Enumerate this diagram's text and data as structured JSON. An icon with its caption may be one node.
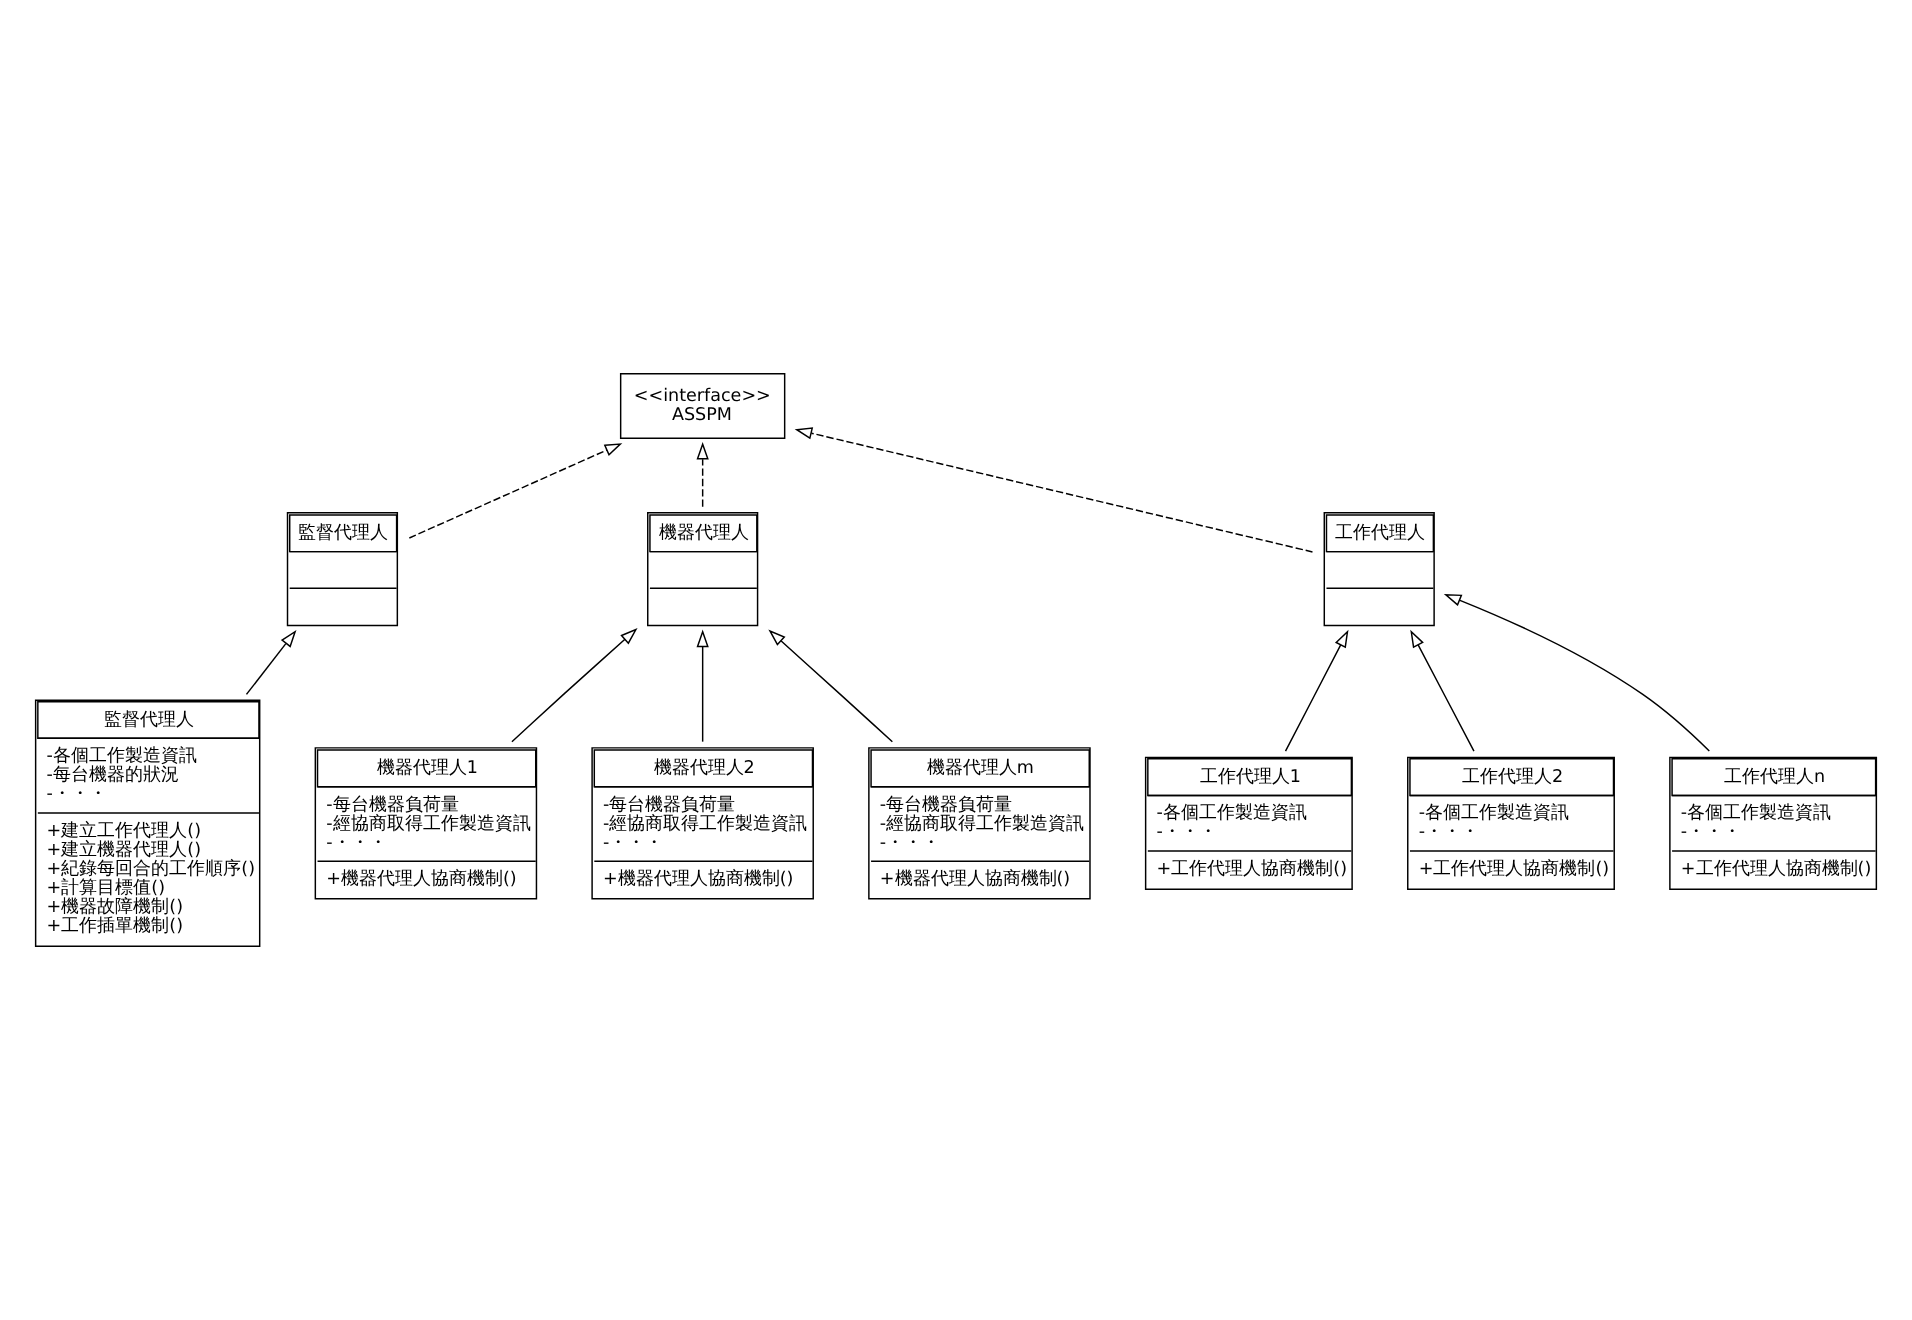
{
  "diagram": {
    "nodes": [
      {
        "text": [
          "<<interface>>",
          "ASSPM"
        ]
      },
      {
        "text": [
          "監督代理人"
        ]
      },
      {
        "text": [
          "機器代理人"
        ]
      },
      {
        "text": [
          "工作代理人"
        ]
      },
      {
        "text": [
          "監督代理人",
          "-各個工作製造資訊",
          "-每台機器的狀況",
          "-・・・",
          "+建立工作代理人()",
          "+建立機器代理人()",
          "+紀錄每回合的工作順序()",
          "+計算目標值()",
          "+機器故障機制()",
          "+工作插單機制()"
        ]
      },
      {
        "text": [
          "機器代理人1",
          "-每台機器負荷量",
          "-經協商取得工作製造資訊",
          "-・・・",
          "+機器代理人協商機制()"
        ]
      },
      {
        "text": [
          "機器代理人2",
          "-每台機器負荷量",
          "-經協商取得工作製造資訊",
          "-・・・",
          "+機器代理人協商機制()"
        ]
      },
      {
        "text": [
          "機器代理人m",
          "-每台機器負荷量",
          "-經協商取得工作製造資訊",
          "-・・・",
          "+機器代理人協商機制()"
        ]
      },
      {
        "text": [
          "工作代理人1",
          "-各個工作製造資訊",
          "-・・・",
          "+工作代理人協商機制()"
        ]
      },
      {
        "text": [
          "工作代理人2",
          "-各個工作製造資訊",
          "-・・・",
          "+工作代理人協商機制()"
        ]
      },
      {
        "text": [
          "工作代理人n",
          "-各個工作製造資訊",
          "-・・・",
          "+工作代理人協商機制()"
        ]
      }
    ],
    "edges": [
      {
        "from": 1,
        "to": 0,
        "arrow": "to",
        "style": "dashed"
      },
      {
        "from": 2,
        "to": 0,
        "arrow": "to",
        "style": "dashed"
      },
      {
        "from": 3,
        "to": 0,
        "arrow": "to",
        "style": "dashed"
      },
      {
        "from": 4,
        "to": 1,
        "arrow": "to"
      },
      {
        "from": 5,
        "to": 2,
        "arrow": "to"
      },
      {
        "from": 6,
        "to": 2,
        "arrow": "to"
      },
      {
        "from": 7,
        "to": 2,
        "arrow": "to"
      },
      {
        "from": 8,
        "to": 3,
        "arrow": "to"
      },
      {
        "from": 9,
        "to": 3,
        "arrow": "to"
      },
      {
        "from": 10,
        "to": 3,
        "arrow": "to"
      }
    ]
  }
}
